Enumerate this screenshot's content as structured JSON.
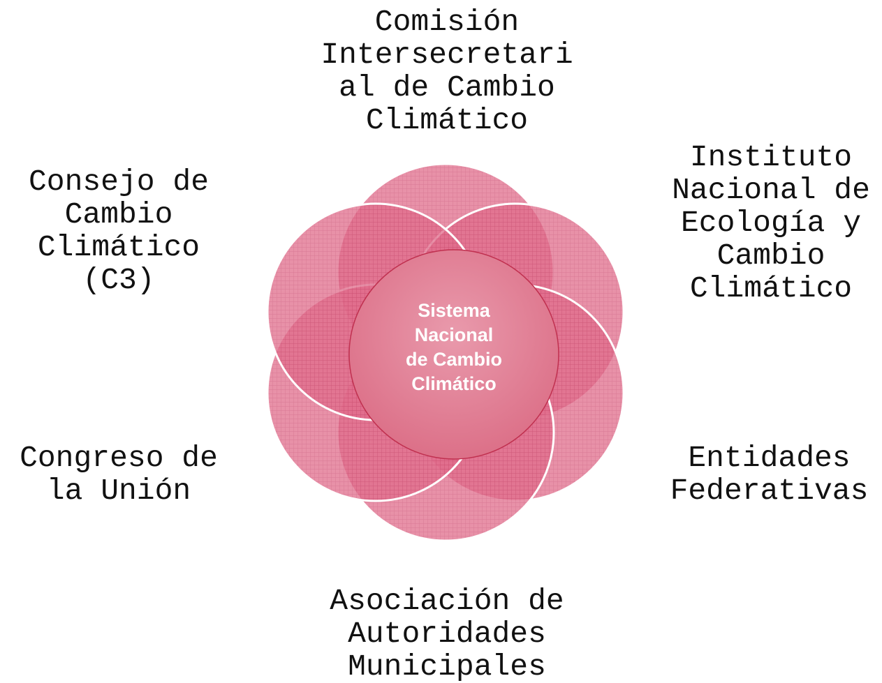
{
  "center": {
    "label": "Sistema\nNacional\nde Cambio\nClimático"
  },
  "participants": [
    {
      "id": "top",
      "label": "Comisión\nIntersecretari\nal de Cambio\nClimático"
    },
    {
      "id": "top-right",
      "label": "Instituto\nNacional de\nEcología y\nCambio\nClimático"
    },
    {
      "id": "bottom-right",
      "label": "Entidades\nFederativas"
    },
    {
      "id": "bottom",
      "label": "Asociación de\nAutoridades\nMunicipales"
    },
    {
      "id": "bottom-left",
      "label": "Congreso de\nla Unión"
    },
    {
      "id": "top-left",
      "label": "Consejo de\nCambio\nClimático\n(C3)"
    }
  ],
  "colors": {
    "petal_fill": "#d8476e",
    "petal_stroke": "#ffffff",
    "center_fill": "#e58499",
    "center_stroke": "#c0304f",
    "text": "#111111"
  }
}
